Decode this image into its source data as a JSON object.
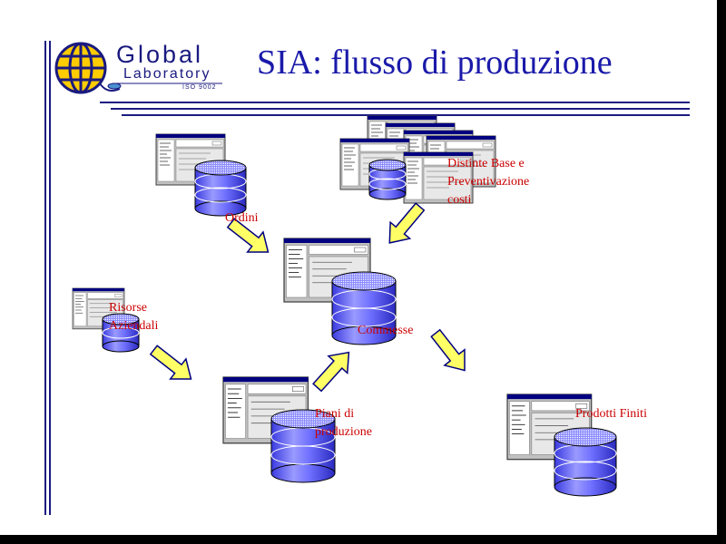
{
  "title": "SIA: flusso di produzione",
  "logo": {
    "word_global": "Global",
    "word_laboratory": "Laboratory",
    "iso": "ISO 9002"
  },
  "nodes": {
    "ordini": "Ordini",
    "distinte_l1": "Distinte Base e",
    "distinte_l2": "Preventivazione",
    "distinte_l3": "costi",
    "risorse_l1": "Risorse",
    "risorse_l2": "Aziendali",
    "commesse": "Commesse",
    "piani_l1": "Piani di",
    "piani_l2": "produzione",
    "prodotti": "Prodotti Finiti"
  },
  "colors": {
    "title": "#1a1aaa",
    "label": "#cc0000",
    "db_fill": "#6f6fff",
    "arrow_fill": "#ffff66",
    "frame": "#1a1a80"
  }
}
